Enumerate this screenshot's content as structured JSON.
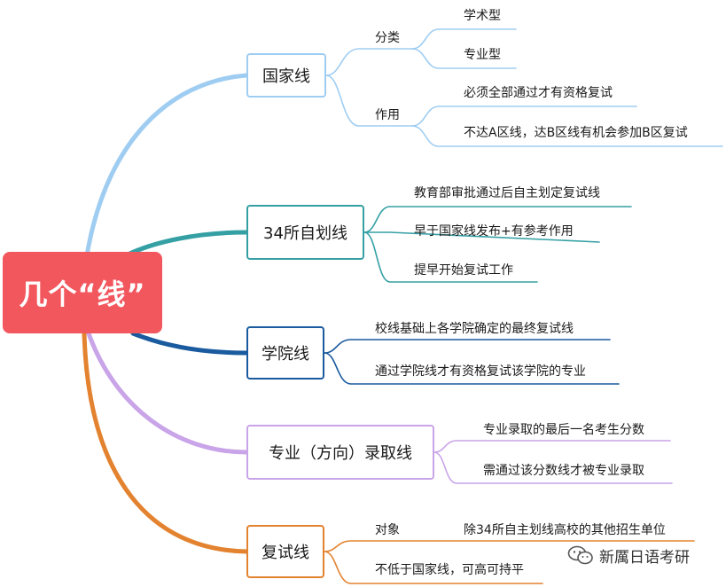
{
  "root": {
    "label": "几个“线”",
    "color": "#f2575e"
  },
  "colors": {
    "guojia": "#9fcdf2",
    "zihua": "#35a0a4",
    "xueyuan": "#1a5a9e",
    "zhuanye": "#c9a4e8",
    "fushi": "#e3822f"
  },
  "nodes": {
    "guojia": "国家线",
    "zihua": "34所自划线",
    "xueyuan": "学院线",
    "zhuanye": "专业（方向）录取线",
    "fushi": "复试线"
  },
  "guojia": {
    "fenlei": {
      "label": "分类",
      "items": [
        "学术型",
        "专业型"
      ]
    },
    "zuoyong": {
      "label": "作用",
      "items": [
        "必须全部通过才有资格复试",
        "不达A区线，达B区线有机会参加B区复试"
      ]
    }
  },
  "zihua": {
    "items": [
      "教育部审批通过后自主划定复试线",
      "早于国家线发布+有参考作用",
      "提早开始复试工作"
    ]
  },
  "xueyuan": {
    "items": [
      "校线基础上各学院确定的最终复试线",
      "通过学院线才有资格复试该学院的专业"
    ]
  },
  "zhuanye": {
    "items": [
      "专业录取的最后一名考生分数",
      "需通过该分数线才被专业录取"
    ]
  },
  "fushi": {
    "duixiang": {
      "label": "对象",
      "item": "除34所自主划线高校的其他招生单位"
    },
    "item2": "不低于国家线，可高可持平"
  },
  "watermark": {
    "text": "新厲日语考研",
    "icon": "wechat-icon"
  }
}
